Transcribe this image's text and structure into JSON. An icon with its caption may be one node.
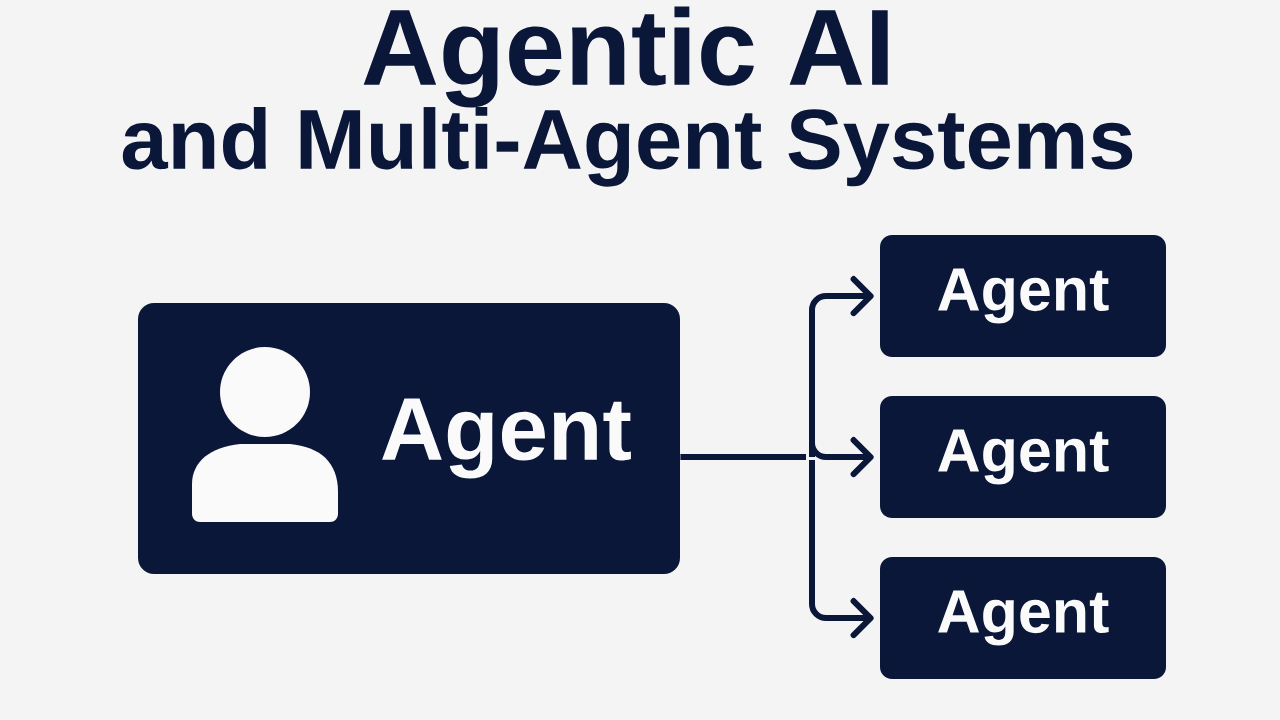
{
  "diagram": {
    "title": "Agentic AI and Multi-Agent Systems",
    "nodes": [
      {
        "text": [
          "Agent"
        ]
      },
      {
        "text": [
          "Agent"
        ]
      },
      {
        "text": [
          "Agent"
        ]
      },
      {
        "text": [
          "Agent"
        ]
      }
    ],
    "edges": [
      {
        "from": 0,
        "to": 1,
        "arrow": "to"
      },
      {
        "from": 0,
        "to": 2,
        "arrow": "to"
      },
      {
        "from": 0,
        "to": 3,
        "arrow": "to"
      }
    ]
  }
}
